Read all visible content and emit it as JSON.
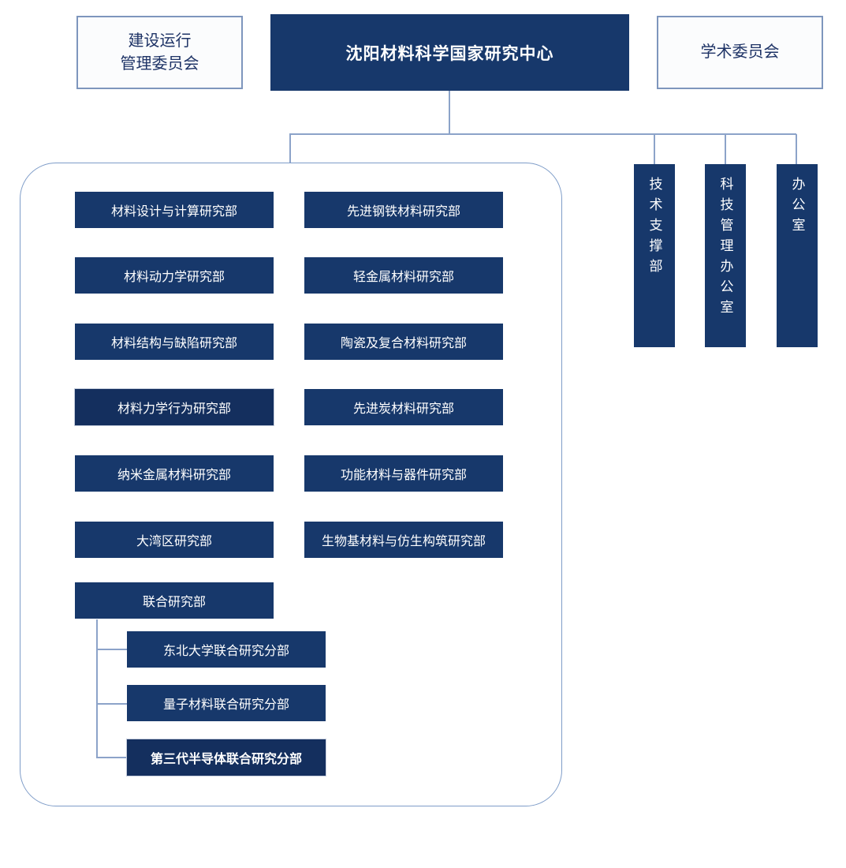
{
  "title": {
    "label": "沈阳材料科学国家研究中心"
  },
  "committees": {
    "left": {
      "lines": [
        "建设运行",
        "管理委员会"
      ]
    },
    "right": {
      "label": "学术委员会"
    }
  },
  "research_departments": {
    "left_column": [
      {
        "label": "材料设计与计算研究部"
      },
      {
        "label": "材料动力学研究部"
      },
      {
        "label": "材料结构与缺陷研究部"
      },
      {
        "label": "材料力学行为研究部",
        "highlighted": true
      },
      {
        "label": "纳米金属材料研究部"
      },
      {
        "label": "大湾区研究部"
      },
      {
        "label": "联合研究部"
      }
    ],
    "right_column": [
      {
        "label": "先进钢铁材料研究部"
      },
      {
        "label": "轻金属材料研究部"
      },
      {
        "label": "陶瓷及复合材料研究部"
      },
      {
        "label": "先进炭材料研究部"
      },
      {
        "label": "功能材料与器件研究部"
      },
      {
        "label": "生物基材料与仿生构筑研究部"
      }
    ]
  },
  "joint_sub_departments": [
    {
      "label": "东北大学联合研究分部"
    },
    {
      "label": "量子材料联合研究分部"
    },
    {
      "label": "第三代半导体联合研究分部",
      "highlighted": true,
      "bold": true
    }
  ],
  "admin_offices": [
    {
      "label": "技术支撑部"
    },
    {
      "label": "科技管理办公室"
    },
    {
      "label": "办公室"
    }
  ],
  "colors": {
    "box_fill": "#17386b",
    "box_text": "#ffffff",
    "committee_background": "#fbfcfd",
    "committee_border": "#7e96bd",
    "committee_text": "#1e3366",
    "connector_line": "#8ca3c9",
    "container_border": "#7e9cc8",
    "highlight_outline": "#c6cedd"
  }
}
